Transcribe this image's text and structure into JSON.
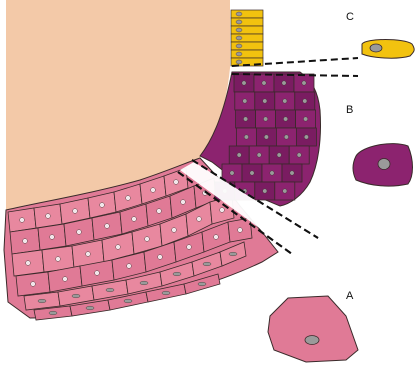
{
  "labels": {
    "a": "A",
    "b": "B",
    "c": "C"
  },
  "colors": {
    "tissue": "#f3c9a8",
    "pink_cell": "#e07a96",
    "pink_cell_light": "#e8889f",
    "purple_cell": "#8c236f",
    "purple_cell_dark": "#7a1c61",
    "yellow_cell": "#f2c20f",
    "nucleus_pink": "#f2e6ea",
    "nucleus_grey": "#9a9a9a",
    "outline": "#3a2a2a",
    "dash": "#111111"
  }
}
